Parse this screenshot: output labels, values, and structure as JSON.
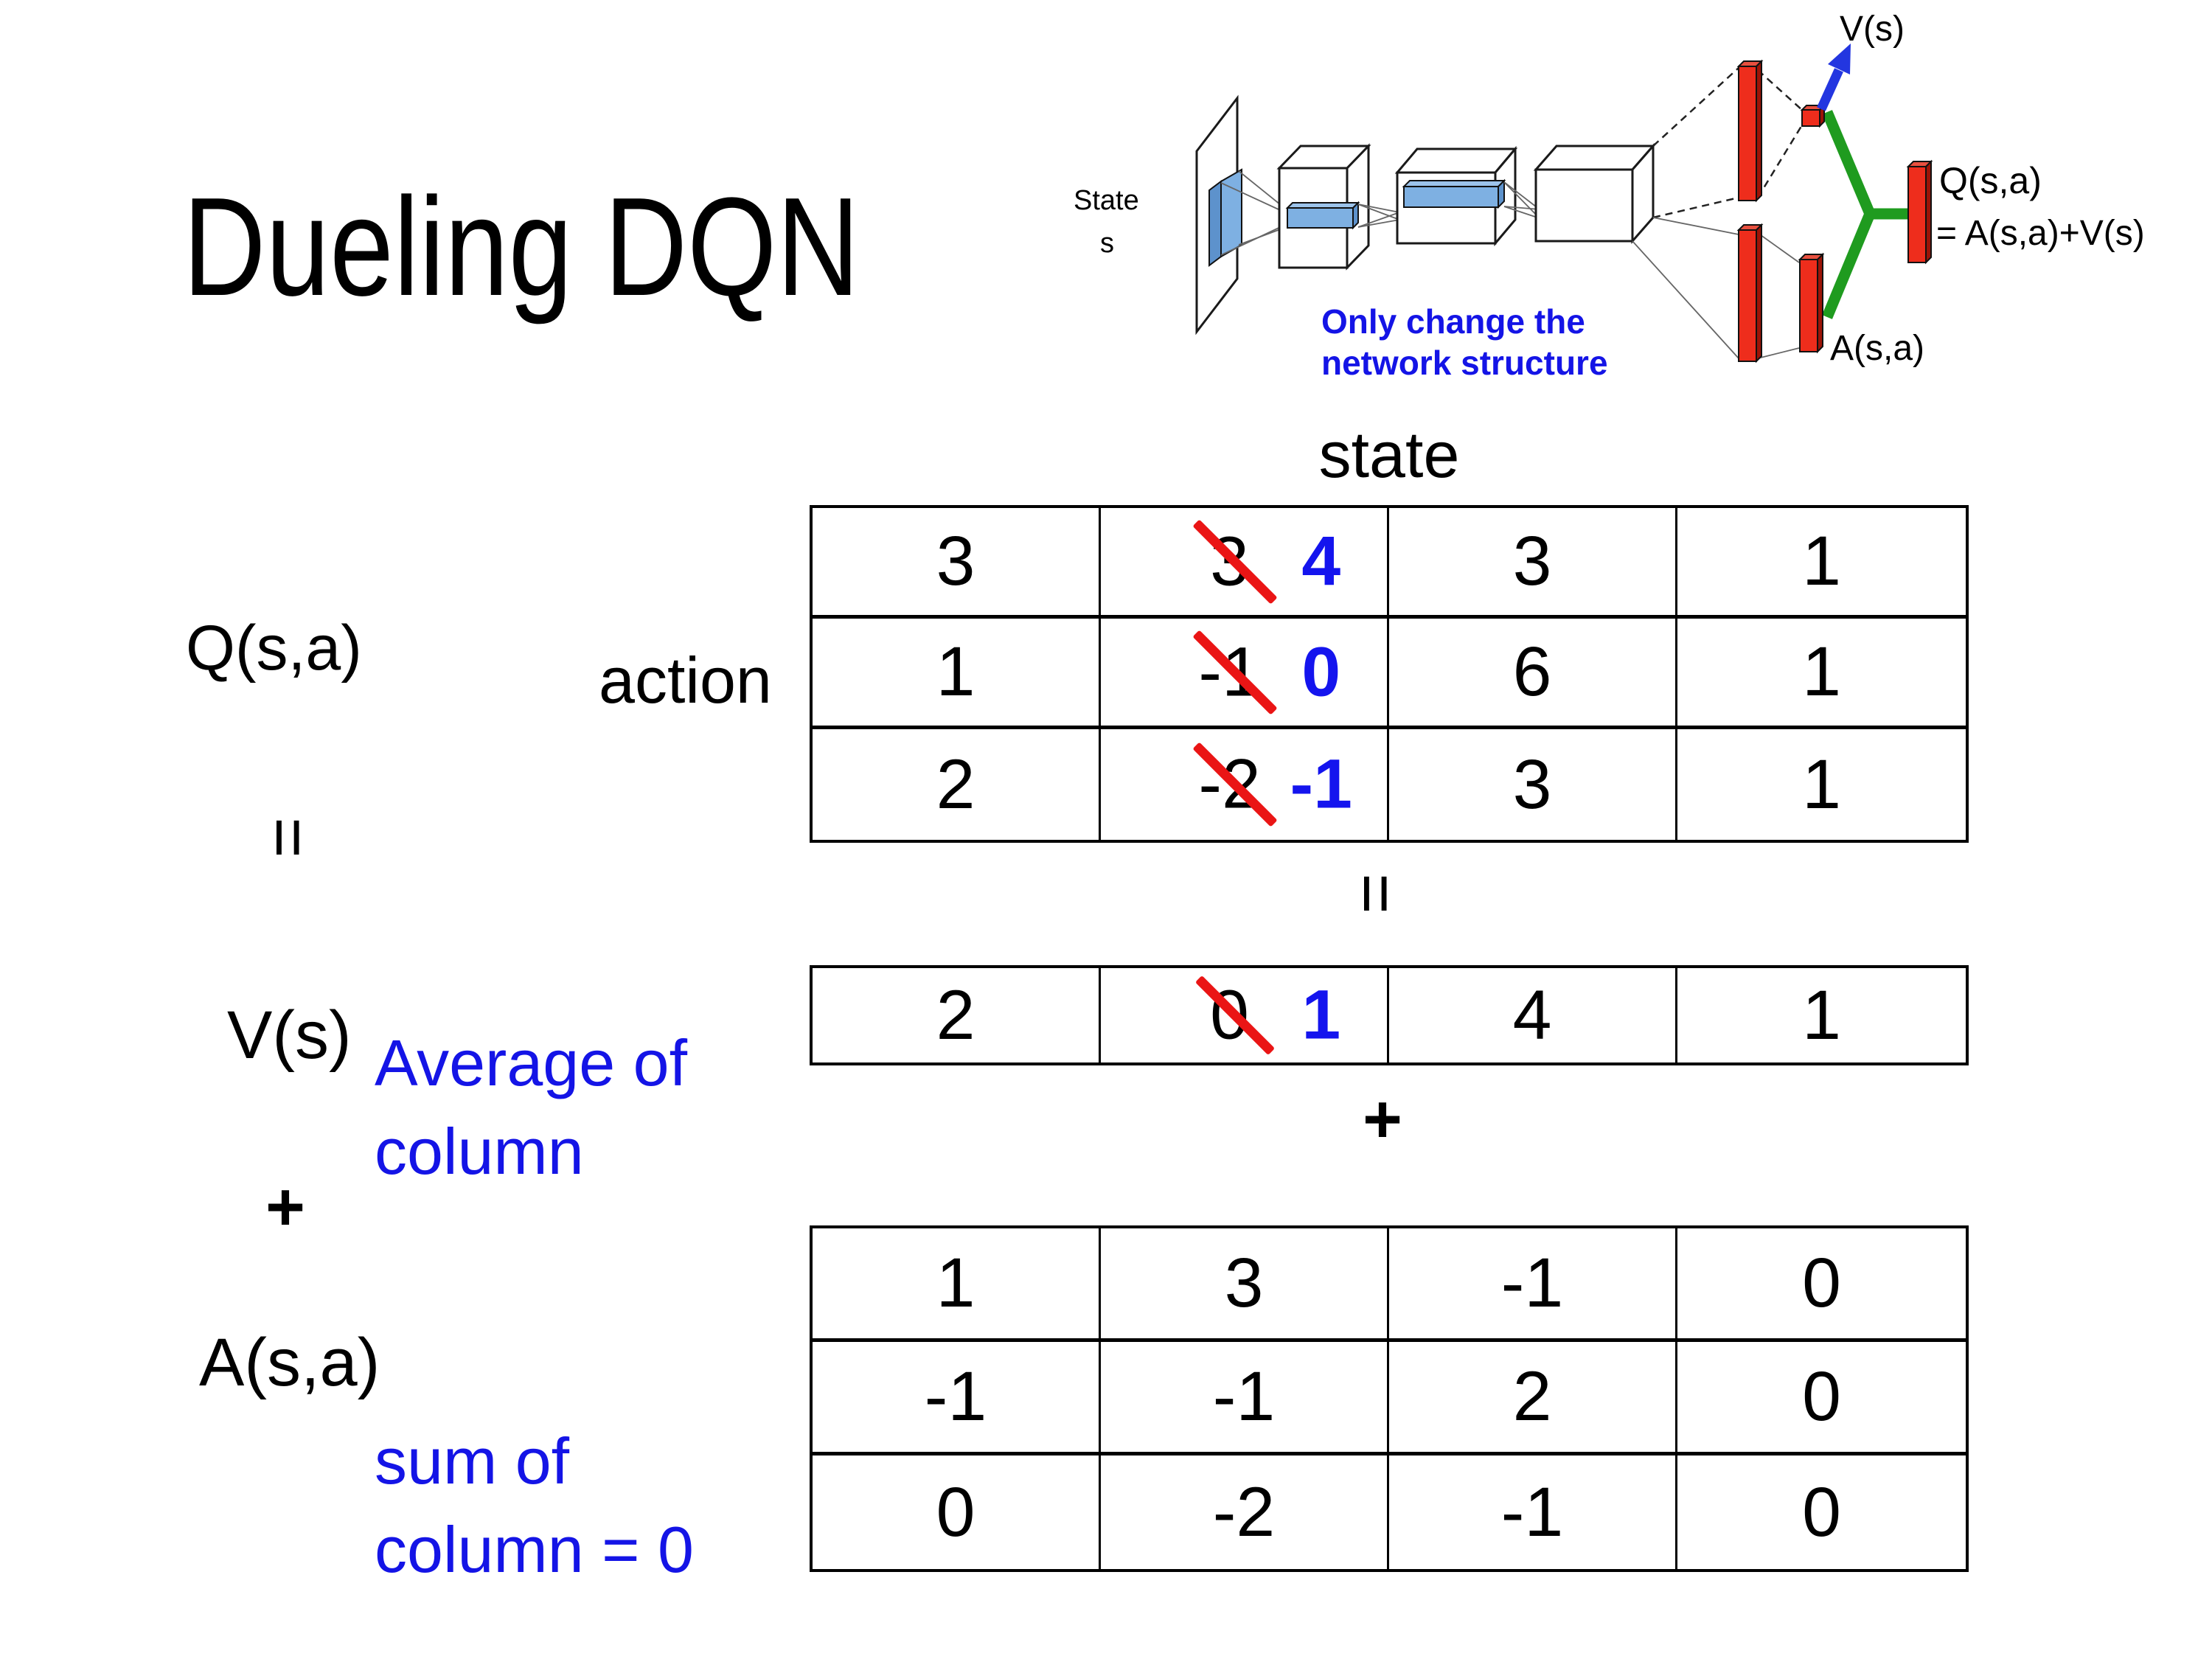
{
  "title": "Dueling DQN",
  "headers": {
    "state": "state",
    "action": "action"
  },
  "labels": {
    "q": "Q(s,a)",
    "v": "V(s)",
    "a": "A(s,a)",
    "equals": "=",
    "plus": "+",
    "avg_line1": "Average of",
    "avg_line2": "column",
    "sum_line1": "sum of",
    "sum_line2": "column = 0"
  },
  "q_table": {
    "rows": [
      {
        "c0": "3",
        "old": "3",
        "new": "4",
        "c2": "3",
        "c3": "1"
      },
      {
        "c0": "1",
        "old": "-1",
        "new": "0",
        "c2": "6",
        "c3": "1"
      },
      {
        "c0": "2",
        "old": "-2",
        "new": "-1",
        "c2": "3",
        "c3": "1"
      }
    ]
  },
  "v_row": {
    "c0": "2",
    "old": "0",
    "new": "1",
    "c2": "4",
    "c3": "1"
  },
  "a_table": {
    "rows": [
      {
        "c0": "1",
        "c1": "3",
        "c2": "-1",
        "c3": "0"
      },
      {
        "c0": "-1",
        "c1": "-1",
        "c2": "2",
        "c3": "0"
      },
      {
        "c0": "0",
        "c1": "-2",
        "c2": "-1",
        "c3": "0"
      }
    ]
  },
  "diagram": {
    "state_line1": "State",
    "state_line2": "s",
    "v_out": "V(s)",
    "q_out_line1": "Q(s,a)",
    "q_out_line2": "= A(s,a)+V(s)",
    "a_out": "A(s,a)",
    "note_line1": "Only change the",
    "note_line2": "network structure"
  },
  "colors": {
    "ink": "#000000",
    "blue_text": "#1414e6",
    "blue_number": "#1414ee",
    "strike_red": "#ea1515",
    "bar_red": "#ee2d1c",
    "bar_red_dark": "#9c1407",
    "bar_red_top": "#e8503f",
    "green": "#1f9b1f",
    "arrow_blue": "#2336e0",
    "filter_blue": "#7eb0e2",
    "filter_blue_dark": "#5d92cc",
    "filter_blue_light": "#9cc3ea",
    "line_gray": "#666666"
  }
}
